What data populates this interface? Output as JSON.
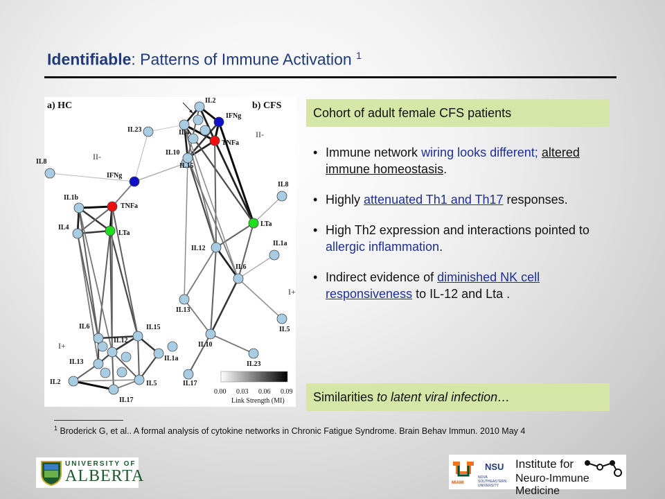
{
  "slide": {
    "title_bold": "Identifiable",
    "title_rest": ": Patterns of Immune  Activation",
    "title_sup": "1"
  },
  "figure": {
    "panel_a_label": "a) HC",
    "panel_b_label": "b) CFS",
    "region_label_hc": "II-",
    "region_label_hc_2": "I+",
    "region_label_cfs": "II-",
    "region_label_cfs_2": "I+",
    "nodes": [
      {
        "id": "a-IL1b",
        "label": "IL1b"
      },
      {
        "id": "a-IL23",
        "label": "IL23"
      },
      {
        "id": "a-IL10",
        "label": "IL10"
      },
      {
        "id": "a-IL8",
        "label": "IL8"
      },
      {
        "id": "a-IFNg",
        "label": "IFNg"
      },
      {
        "id": "a-TNFa",
        "label": "TNFa"
      },
      {
        "id": "a-LTa",
        "label": "LTa"
      },
      {
        "id": "a-IL4",
        "label": "IL4"
      },
      {
        "id": "a-IL6",
        "label": "IL6"
      },
      {
        "id": "a-IL15",
        "label": "IL15"
      },
      {
        "id": "a-IL13",
        "label": "IL13"
      },
      {
        "id": "a-IL12",
        "label": "IL12"
      },
      {
        "id": "a-IL1a",
        "label": "IL1a"
      },
      {
        "id": "a-IL2",
        "label": "IL2"
      },
      {
        "id": "a-IL5",
        "label": "IL5"
      },
      {
        "id": "a-IL17",
        "label": "IL17"
      },
      {
        "id": "b-IL2",
        "label": "IL2"
      },
      {
        "id": "b-IFNg",
        "label": "IFNg"
      },
      {
        "id": "b-IL4",
        "label": "IL4"
      },
      {
        "id": "b-TNFa",
        "label": "TNFa"
      },
      {
        "id": "b-IL15",
        "label": "IL15"
      },
      {
        "id": "b-IL8",
        "label": "IL8"
      },
      {
        "id": "b-LTa",
        "label": "LTa"
      },
      {
        "id": "b-IL12",
        "label": "IL12"
      },
      {
        "id": "b-IL1a",
        "label": "IL1a"
      },
      {
        "id": "b-IL6",
        "label": "IL6"
      },
      {
        "id": "b-IL13",
        "label": "IL13"
      },
      {
        "id": "b-IL10",
        "label": "IL10"
      },
      {
        "id": "b-IL5",
        "label": "IL5"
      },
      {
        "id": "b-IL23",
        "label": "IL23"
      },
      {
        "id": "b-IL17",
        "label": "IL17"
      }
    ],
    "legend": {
      "ticks": [
        "0.00",
        "0.03",
        "0.06",
        "0.09"
      ],
      "label": "Link Strength  (MI)"
    }
  },
  "header_box": "Cohort of adult female CFS patients",
  "bullets": [
    {
      "parts": [
        {
          "text": "Immune network ",
          "style": ""
        },
        {
          "text": "wiring looks different;",
          "style": "hl"
        },
        {
          "text": " ",
          "style": ""
        },
        {
          "text": "altered immune homeostasis",
          "style": "ul"
        },
        {
          "text": ".",
          "style": ""
        }
      ]
    },
    {
      "parts": [
        {
          "text": "Highly ",
          "style": ""
        },
        {
          "text": "attenuated Th1 and Th17",
          "style": "hl ul"
        },
        {
          "text": " responses.",
          "style": ""
        }
      ]
    },
    {
      "parts": [
        {
          "text": "High Th2 expression and interactions pointed to ",
          "style": ""
        },
        {
          "text": "allergic inflammation",
          "style": "hl"
        },
        {
          "text": ".",
          "style": ""
        }
      ]
    },
    {
      "parts": [
        {
          "text": "Indirect evidence of ",
          "style": ""
        },
        {
          "text": "diminished NK cell responsiveness",
          "style": "hl ul"
        },
        {
          "text": " to IL-12 and Lta .",
          "style": ""
        }
      ]
    }
  ],
  "footer_box": {
    "prefix": "Similarities ",
    "italic": "to latent viral infection…"
  },
  "footnote": {
    "sup": "1",
    "text": " Broderick G, et al.. A formal analysis of cytokine networks in Chronic Fatigue Syndrome. Brain Behav Immun. 2010 May 4"
  },
  "logos": {
    "ua_top": "UNIVERSITY OF",
    "ua_main": "ALBERTA",
    "miami": "MIAMI",
    "nsu": "NSU",
    "nsu_sub": "NOVA SOUTHEASTERN UNIVERSITY",
    "inst_line1": "Institute for",
    "inst_line2": "Neuro-Immune Medicine"
  },
  "colors": {
    "title": "#1f3a7a",
    "highlight": "#1f2f8f",
    "box": "#d5e6a6",
    "node_default": "#a8cde3",
    "node_ifng": "#1010c8",
    "node_tnfa": "#ee1010",
    "node_lta": "#20dd20"
  }
}
